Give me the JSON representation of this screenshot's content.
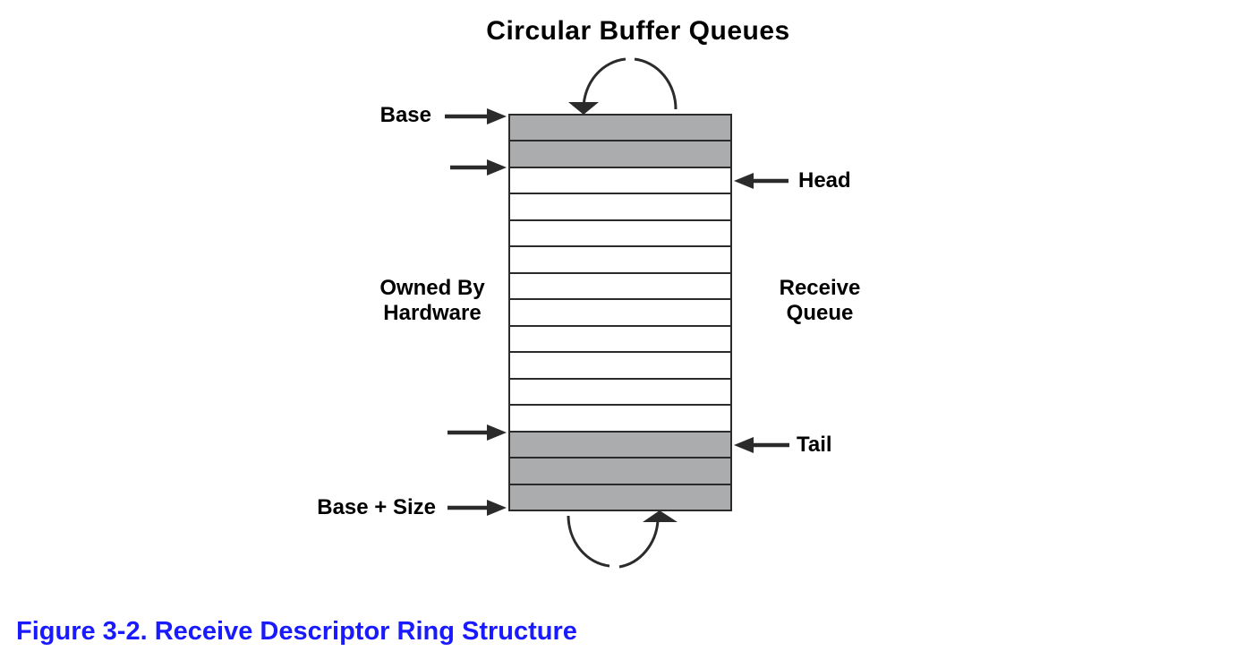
{
  "figure": {
    "title": "Circular Buffer Queues",
    "caption": "Figure 3-2. Receive Descriptor Ring Structure",
    "pointer_labels": {
      "base": "Base",
      "head": "Head",
      "tail": "Tail",
      "base_plus_size": "Base + Size"
    },
    "region_labels": {
      "left_line1": "Owned By",
      "left_line2": "Hardware",
      "right_line1": "Receive",
      "right_line2": "Queue"
    },
    "ring": {
      "slot_count": 15,
      "slots": [
        "gray",
        "gray",
        "white",
        "white",
        "white",
        "white",
        "white",
        "white",
        "white",
        "white",
        "white",
        "white",
        "gray",
        "gray",
        "gray"
      ]
    },
    "colors": {
      "slot_gray": "#abacad",
      "slot_white": "#ffffff",
      "line": "#2b2b2b",
      "caption_blue": "#1a1aff",
      "text_black": "#000000"
    }
  }
}
